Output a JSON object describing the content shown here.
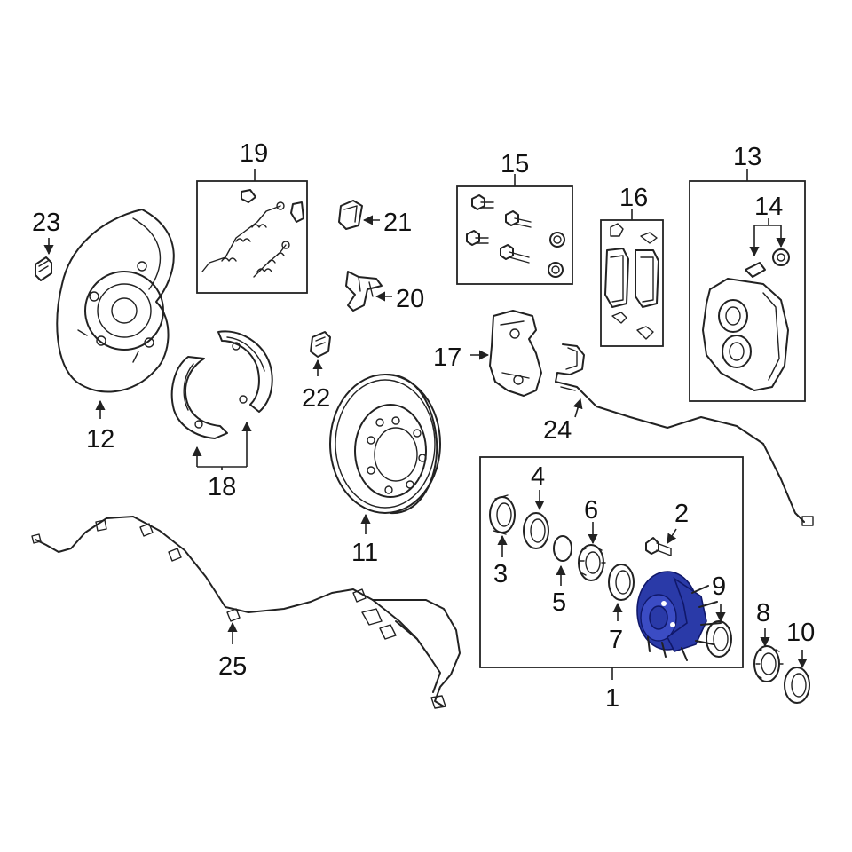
{
  "diagram": {
    "highlight_color": "#2a3aa8",
    "callouts": {
      "c1": "1",
      "c2": "2",
      "c3": "3",
      "c4": "4",
      "c5": "5",
      "c6": "6",
      "c7": "7",
      "c8": "8",
      "c9": "9",
      "c10": "10",
      "c11": "11",
      "c12": "12",
      "c13": "13",
      "c14": "14",
      "c15": "15",
      "c16": "16",
      "c17": "17",
      "c18": "18",
      "c19": "19",
      "c20": "20",
      "c21": "21",
      "c22": "22",
      "c23": "23",
      "c24": "24",
      "c25": "25"
    }
  }
}
